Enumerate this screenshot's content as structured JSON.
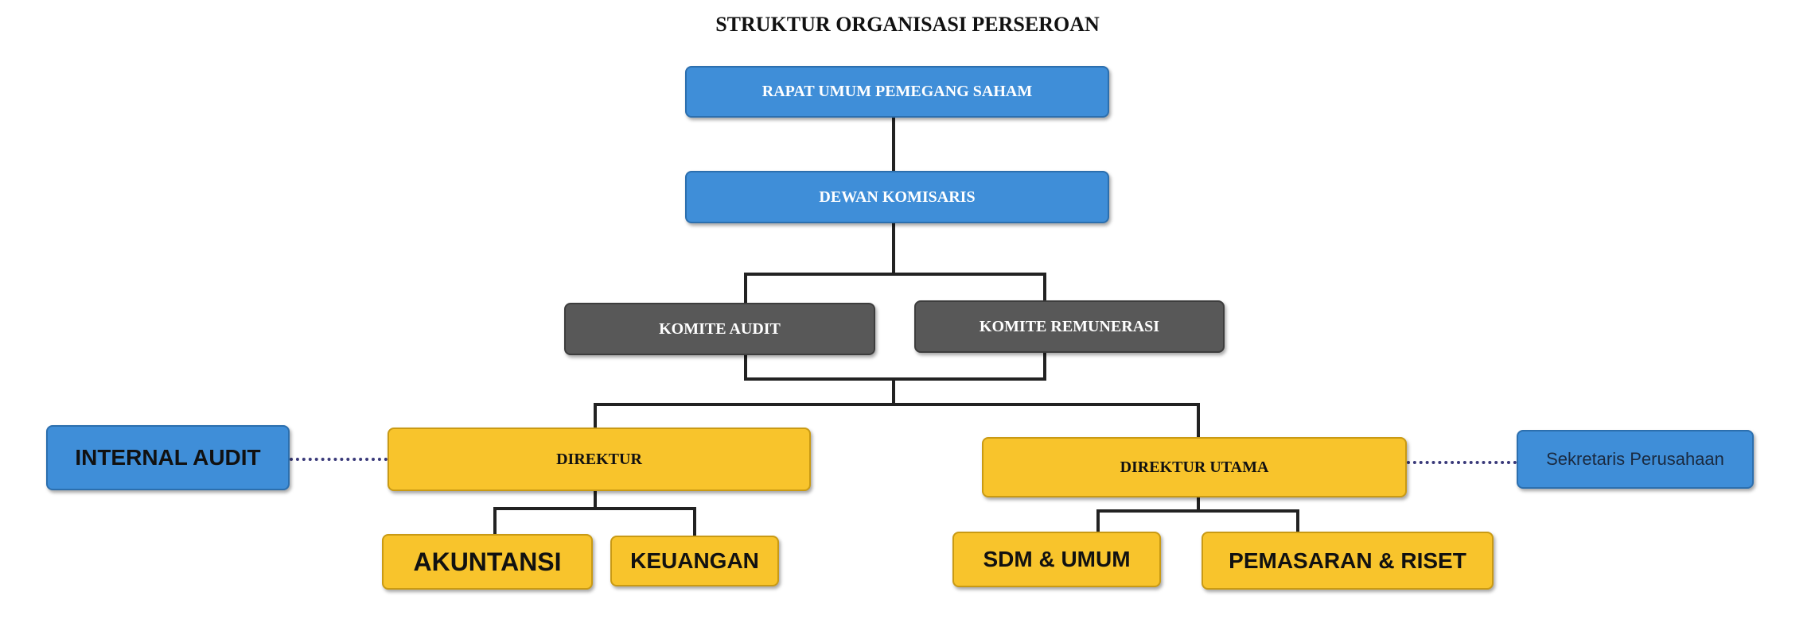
{
  "title": "STRUKTUR ORGANISASI PERSEROAN",
  "nodes": {
    "rups": "RAPAT UMUM PEMEGANG SAHAM",
    "dewan_komisaris": "DEWAN KOMISARIS",
    "komite_audit": "KOMITE AUDIT",
    "komite_remunerasi": "KOMITE REMUNERASI",
    "internal_audit": "INTERNAL AUDIT",
    "direktur": "DIREKTUR",
    "direktur_utama": "DIREKTUR UTAMA",
    "sekretaris": "Sekretaris Perusahaan",
    "akuntansi": "AKUNTANSI",
    "keuangan": "KEUANGAN",
    "sdm_umum": "SDM & UMUM",
    "pemasaran_riset": "PEMASARAN & RISET"
  },
  "colors": {
    "blue": "#3f8ed8",
    "grey": "#585858",
    "yellow": "#f8c42c"
  }
}
